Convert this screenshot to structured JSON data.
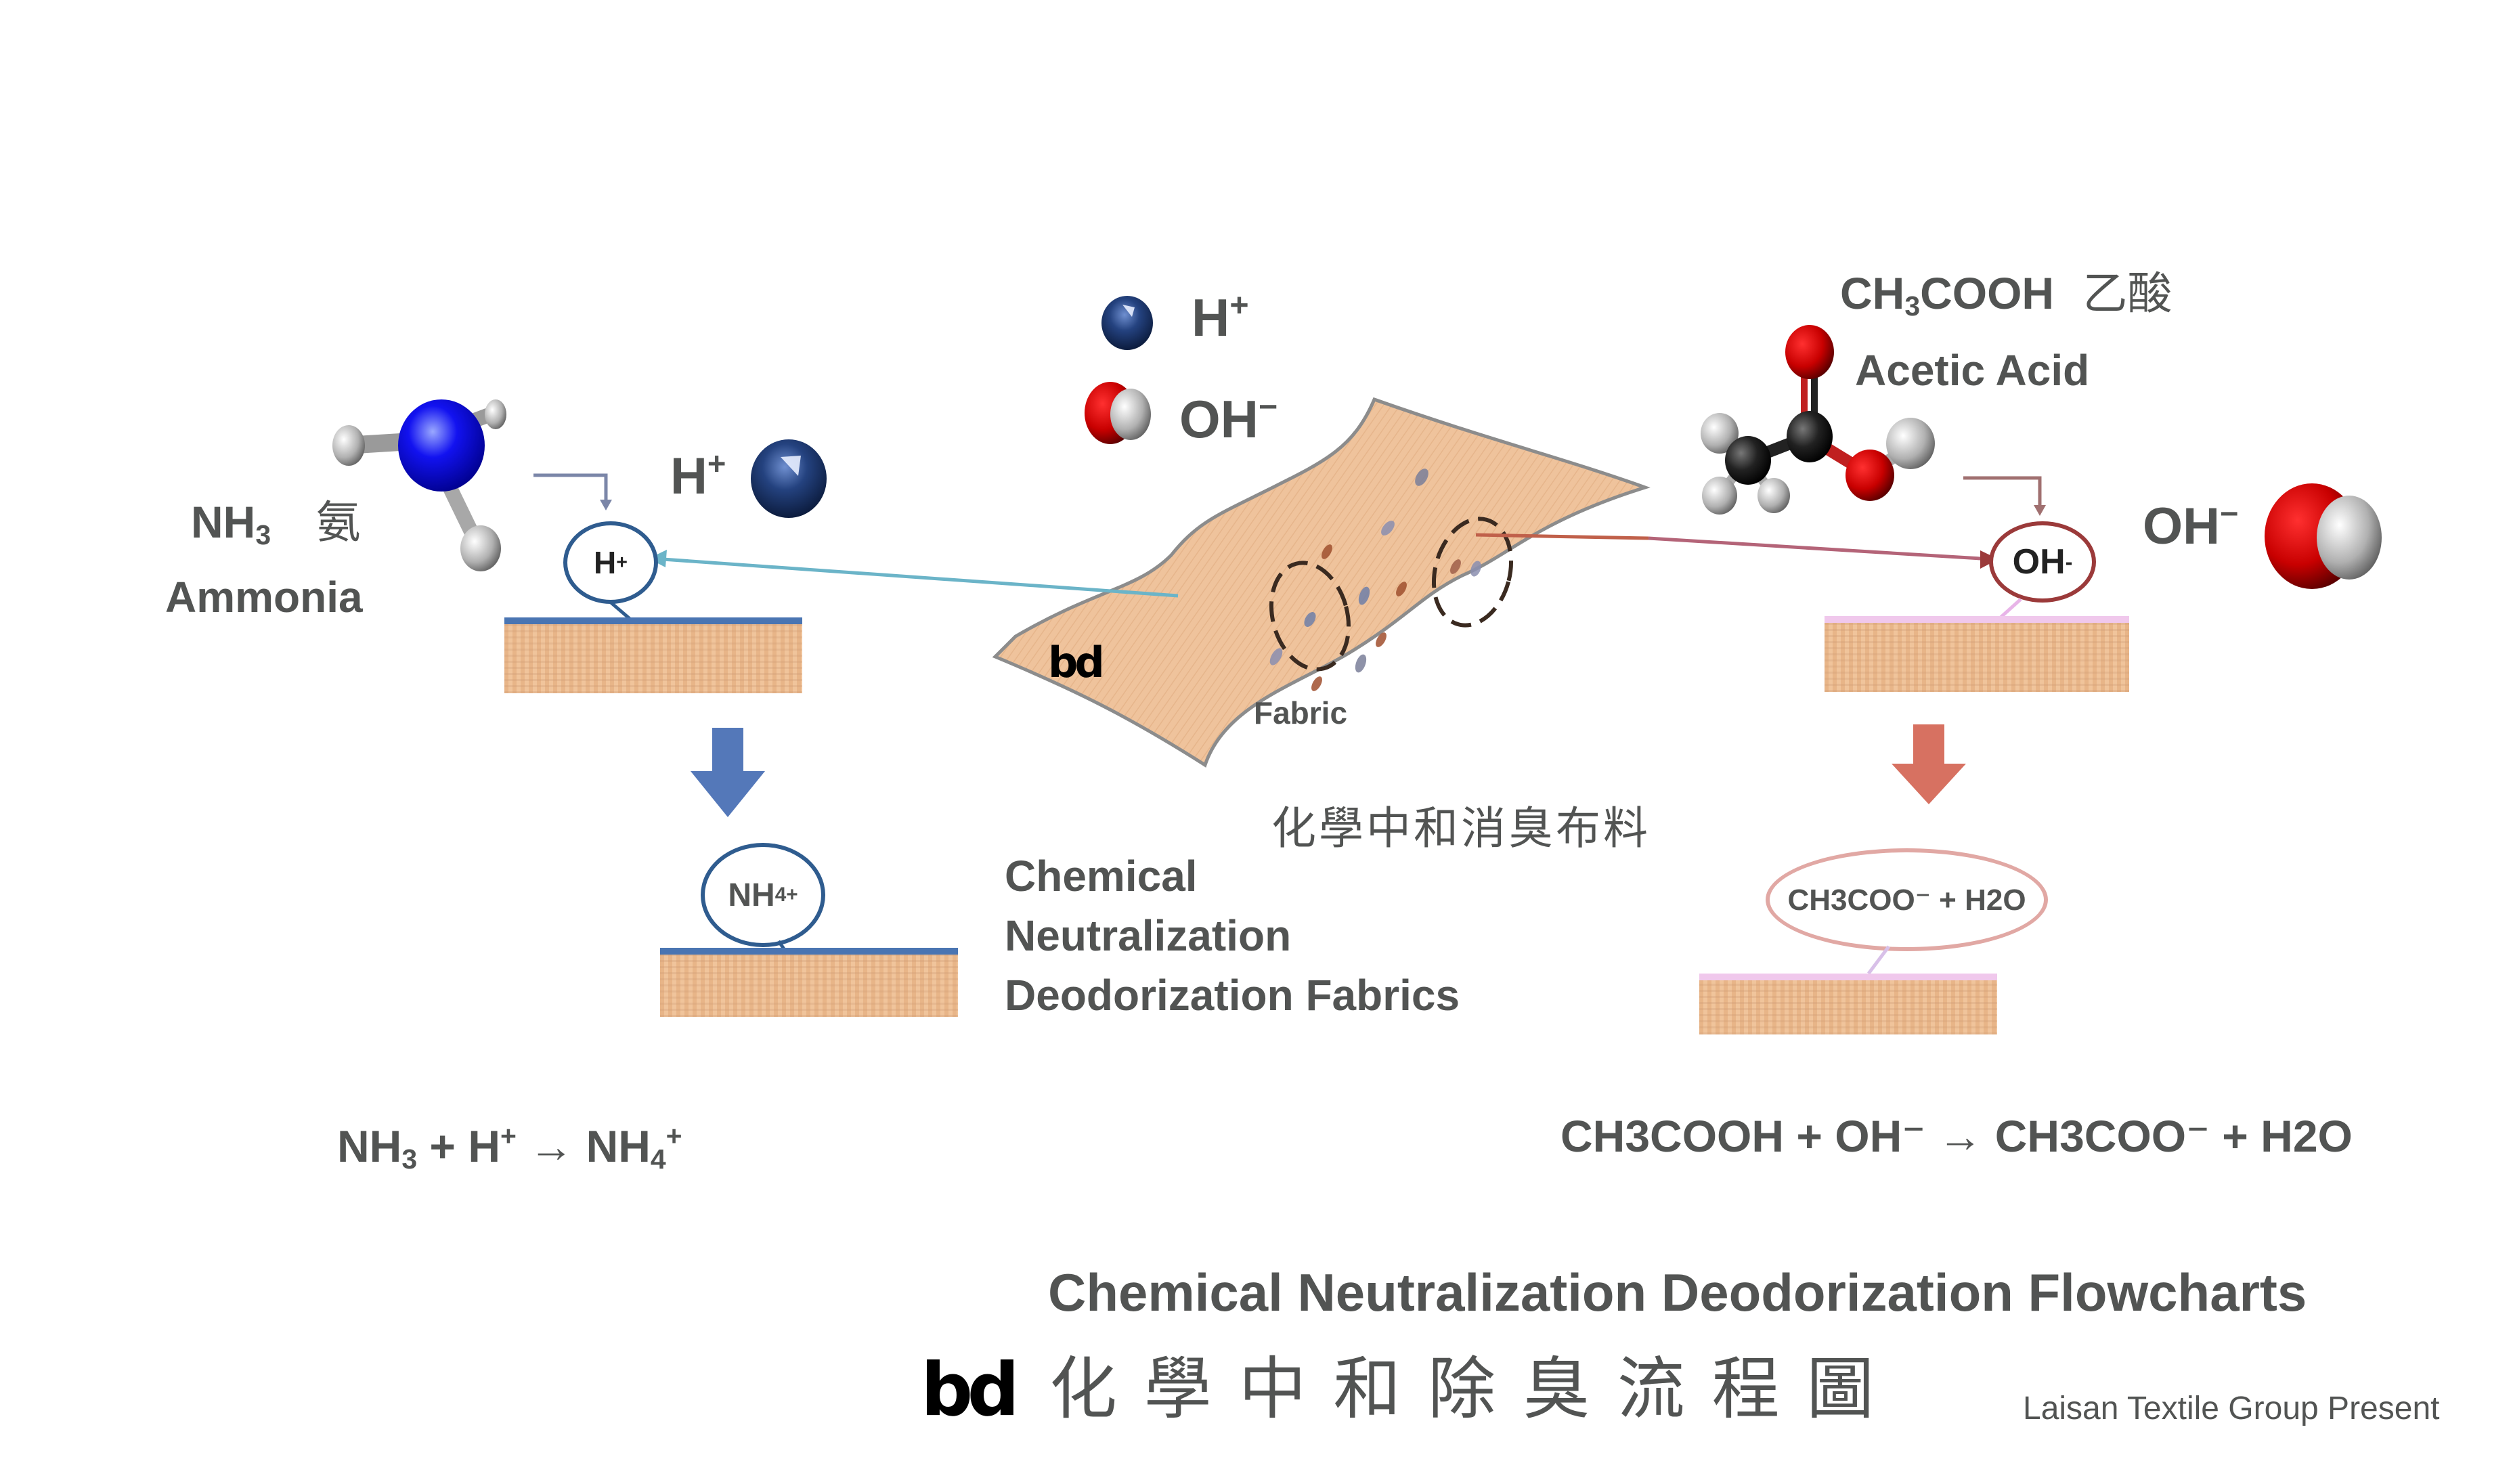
{
  "center": {
    "legend": {
      "h_plus": {
        "base": "H",
        "sup": "+",
        "icon": "blue-sphere-icon"
      },
      "oh_minus": {
        "base": "OH",
        "sup": "−",
        "icon": "red-white-sphere-icon"
      }
    },
    "fabric_label": "Fabric",
    "logo": "bd",
    "title_zh": "化學中和消臭布料",
    "title_en": [
      "Chemical",
      "Neutralization",
      "Deodorization Fabrics"
    ]
  },
  "left": {
    "molecule_formula": {
      "base": "NH",
      "sub": "3"
    },
    "molecule_zh": "氨",
    "molecule_en": "Ammonia",
    "ion_label": {
      "base": "H",
      "sup": "+"
    },
    "bubble_top": {
      "base": "H",
      "sup": "+"
    },
    "bubble_bottom": {
      "base": "NH",
      "sub": "4",
      "sup": "+"
    },
    "equation": {
      "parts": [
        {
          "base": "NH",
          "sub": "3"
        },
        {
          "text": " + "
        },
        {
          "base": "H",
          "sup": "+"
        },
        {
          "text": " → "
        },
        {
          "base": "NH",
          "sub": "4",
          "sup": "+"
        }
      ]
    },
    "arrow_color": "#5478b9"
  },
  "right": {
    "molecule_formula": {
      "pre": "CH",
      "sub": "3",
      "post": "COOH"
    },
    "molecule_zh": "乙酸",
    "molecule_en": "Acetic Acid",
    "ion_label": {
      "base": "OH",
      "sup": "−"
    },
    "bubble_top": {
      "base": "OH",
      "sup": "-"
    },
    "bubble_bottom": "CH3COO⁻ + H2O",
    "equation": "CH3COOH + OH⁻ → CH3COO⁻ + H2O",
    "arrow_color": "#d77161"
  },
  "footer": {
    "title_en": "Chemical Neutralization Deodorization Flowcharts",
    "logo": "bd",
    "title_zh": "化 學 中 和 除 臭 流 程 圖",
    "presenter": "Laisan Textile Group Present"
  },
  "colors": {
    "text": "#525453",
    "h_ion_blue": "#1d3466",
    "oh_red": "#c80000",
    "fabric": "#efc39c",
    "left_line": "#2f5c8f",
    "right_line": "#9b3a3a"
  }
}
